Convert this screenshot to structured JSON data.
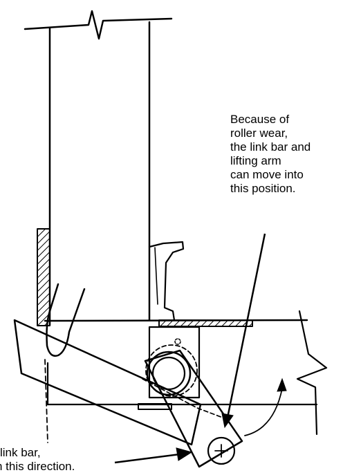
{
  "callouts": {
    "roller_wear": {
      "lines": [
        "Because of",
        "roller wear,",
        "the link bar and",
        "lifting arm",
        "can move into",
        "this position."
      ]
    },
    "link_bar": {
      "lines": [
        "link bar,",
        "n this direction."
      ]
    }
  },
  "colors": {
    "ink": "#000000",
    "paper": "#ffffff"
  }
}
